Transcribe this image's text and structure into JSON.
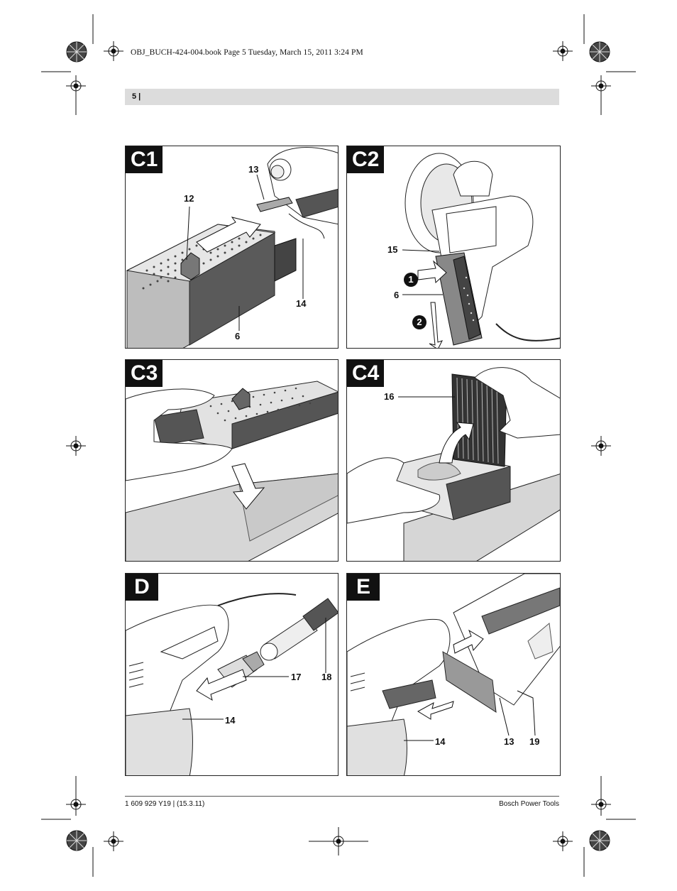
{
  "print_info": "OBJ_BUCH-424-004.book  Page 5  Tuesday, March 15, 2011  3:24 PM",
  "header": {
    "page_number": "5 |"
  },
  "panels": {
    "c1": {
      "tag": "C1",
      "labels": {
        "n13": "13",
        "n12": "12",
        "n14": "14",
        "n6": "6"
      }
    },
    "c2": {
      "tag": "C2",
      "labels": {
        "n15": "15",
        "n6": "6"
      },
      "steps": [
        "1",
        "2"
      ]
    },
    "c3": {
      "tag": "C3"
    },
    "c4": {
      "tag": "C4",
      "labels": {
        "n16": "16"
      }
    },
    "d": {
      "tag": "D",
      "labels": {
        "n17": "17",
        "n18": "18",
        "n14": "14"
      }
    },
    "e": {
      "tag": "E",
      "labels": {
        "n14": "14",
        "n13": "13",
        "n19": "19"
      }
    }
  },
  "footer": {
    "left": "1 609 929 Y19 | (15.3.11)",
    "right": "Bosch Power Tools"
  }
}
